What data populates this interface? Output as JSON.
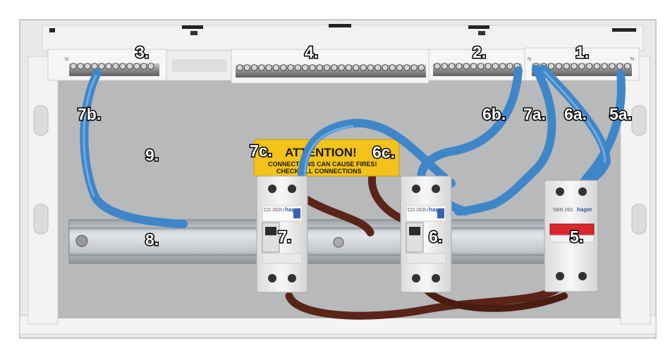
{
  "labels": {
    "l1": "1.",
    "l2": "2.",
    "l3": "3.",
    "l4": "4.",
    "l5": "5.",
    "l5a": "5a.",
    "l6": "6.",
    "l6a": "6a.",
    "l6b": "6b.",
    "l6c": "6c.",
    "l7": "7.",
    "l7a": "7a.",
    "l7b": "7b.",
    "l7c": "7c.",
    "l8": "8.",
    "l9": "9."
  },
  "warning": {
    "title": "ATTENTION!",
    "line1": "CONNECTIONS CAN CAUSE FIRES!",
    "line2": "CHECK ALL CONNECTIONS"
  },
  "devices": {
    "brand": "hager",
    "rcd_model": "CD 263U",
    "mcb_model": "SBN 263",
    "terminal_n": "N"
  },
  "colors": {
    "wire_blue": "#3f86c9",
    "wire_brown": "#5a2418",
    "enclosure": "#eeeeec",
    "backplate": "#b9bbbd",
    "warning_label": "#f3c21b",
    "toggle_red": "#d8282e"
  }
}
